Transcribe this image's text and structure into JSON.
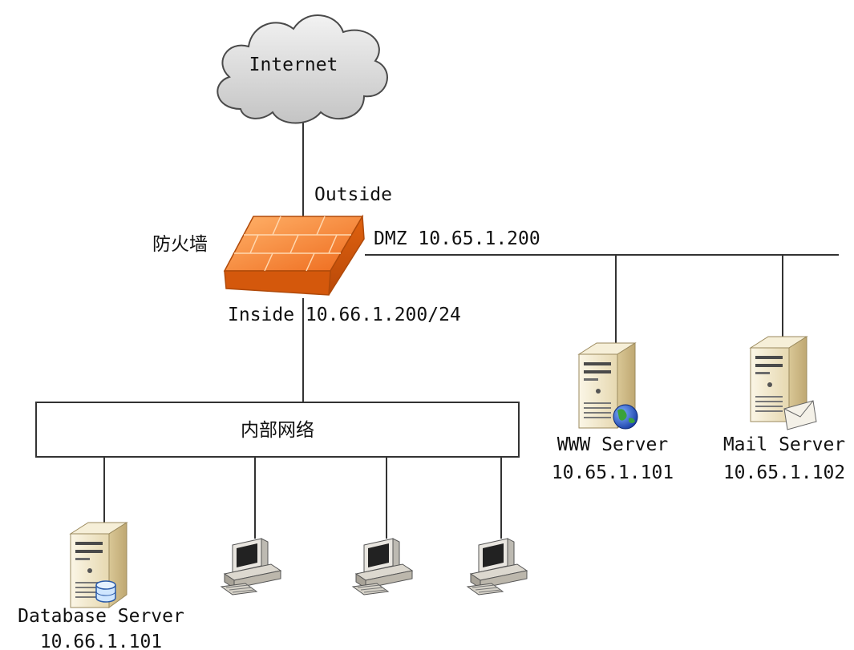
{
  "nodes": {
    "internet": {
      "label": "Internet"
    },
    "firewall": {
      "label": "防火墙"
    },
    "internal_network": {
      "label": "内部网络"
    },
    "www_server": {
      "name": "WWW Server",
      "ip": "10.65.1.101"
    },
    "mail_server": {
      "name": "Mail Server",
      "ip": "10.65.1.102"
    },
    "database_server": {
      "name": "Database Server",
      "ip": "10.66.1.101"
    }
  },
  "interfaces": {
    "outside": "Outside",
    "dmz": "DMZ 10.65.1.200",
    "inside": "Inside 10.66.1.200/24"
  },
  "colors": {
    "firewall": "#f07a2a",
    "cloud": "#d9d9d9",
    "server_body": "#efe4c6",
    "wire": "#333333"
  },
  "icons": [
    "cloud-icon",
    "firewall-icon",
    "server-icon",
    "globe-icon",
    "envelope-icon",
    "database-icon",
    "workstation-icon"
  ]
}
